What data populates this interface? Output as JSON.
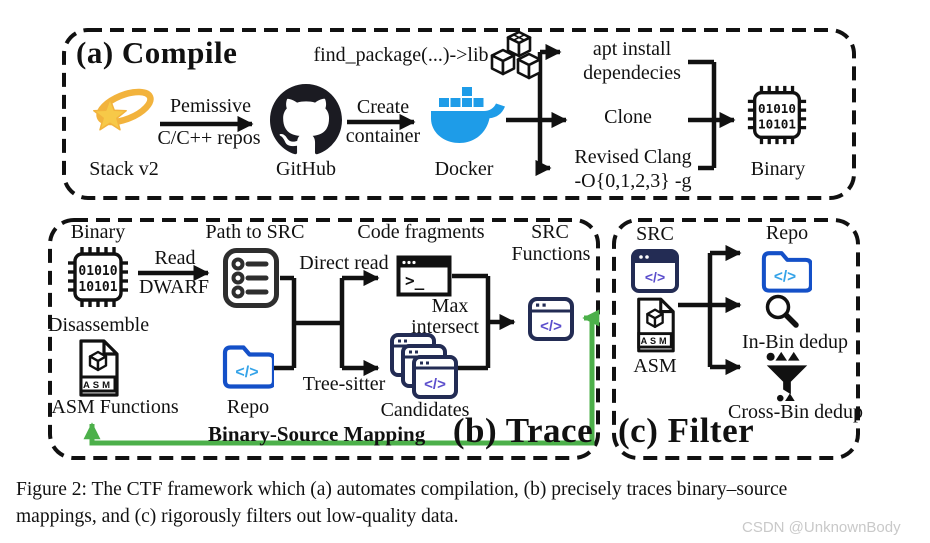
{
  "colors": {
    "docker_blue": "#1E9CE8",
    "folder_blue": "#1450C8",
    "code_cyan": "#35A3E8",
    "window_navy": "#232C54",
    "code_purple": "#5B4ECC",
    "arrow_green": "#4CB04A",
    "gold": "#F2B33D",
    "gold_light": "#F7C948",
    "ink": "#111111",
    "watermark_gray": "#C9C9C9"
  },
  "icons": {
    "code_glyph": "</>",
    "terminal_prompt": ">_",
    "asm_badge": "ASM",
    "chip_line1": "01010",
    "chip_line2": "10101"
  },
  "panel_a": {
    "title": "(a) Compile",
    "find_package": "find_package(...)->lib",
    "stack_label": "Stack v2",
    "permissive_line1": "Pemissive",
    "permissive_line2": "C/C++ repos",
    "github_label": "GitHub",
    "create_line1": "Create",
    "create_line2": "container",
    "docker_label": "Docker",
    "branch_apt_line1": "apt install",
    "branch_apt_line2": "dependecies",
    "branch_clone": "Clone",
    "branch_clang_line1": "Revised Clang",
    "branch_clang_line2": "-O{0,1,2,3} -g",
    "binary_label": "Binary"
  },
  "panel_b": {
    "title": "(b) Trace",
    "binary_label": "Binary",
    "read_line1": "Read",
    "read_line2": "DWARF",
    "path_to_src": "Path to SRC",
    "code_fragments": "Code fragments",
    "direct_read": "Direct read",
    "tree_sitter": "Tree-sitter",
    "disassemble": "Disassemble",
    "asm_functions": "ASM Functions",
    "repo": "Repo",
    "max_line1": "Max",
    "max_line2": "intersect",
    "candidates": "Candidates",
    "src_line1": "SRC",
    "src_line2": "Functions",
    "mapping": "Binary-Source Mapping"
  },
  "panel_c": {
    "title": "(c) Filter",
    "src": "SRC",
    "asm": "ASM",
    "repo": "Repo",
    "in_bin": "In-Bin dedup",
    "cross_bin": "Cross-Bin dedup"
  },
  "caption": {
    "line1": "Figure 2: The CTF framework which (a) automates compilation, (b) precisely traces binary–source",
    "line2": "mappings, and (c) rigorously filters out low-quality data."
  },
  "watermark": "CSDN @UnknownBody"
}
